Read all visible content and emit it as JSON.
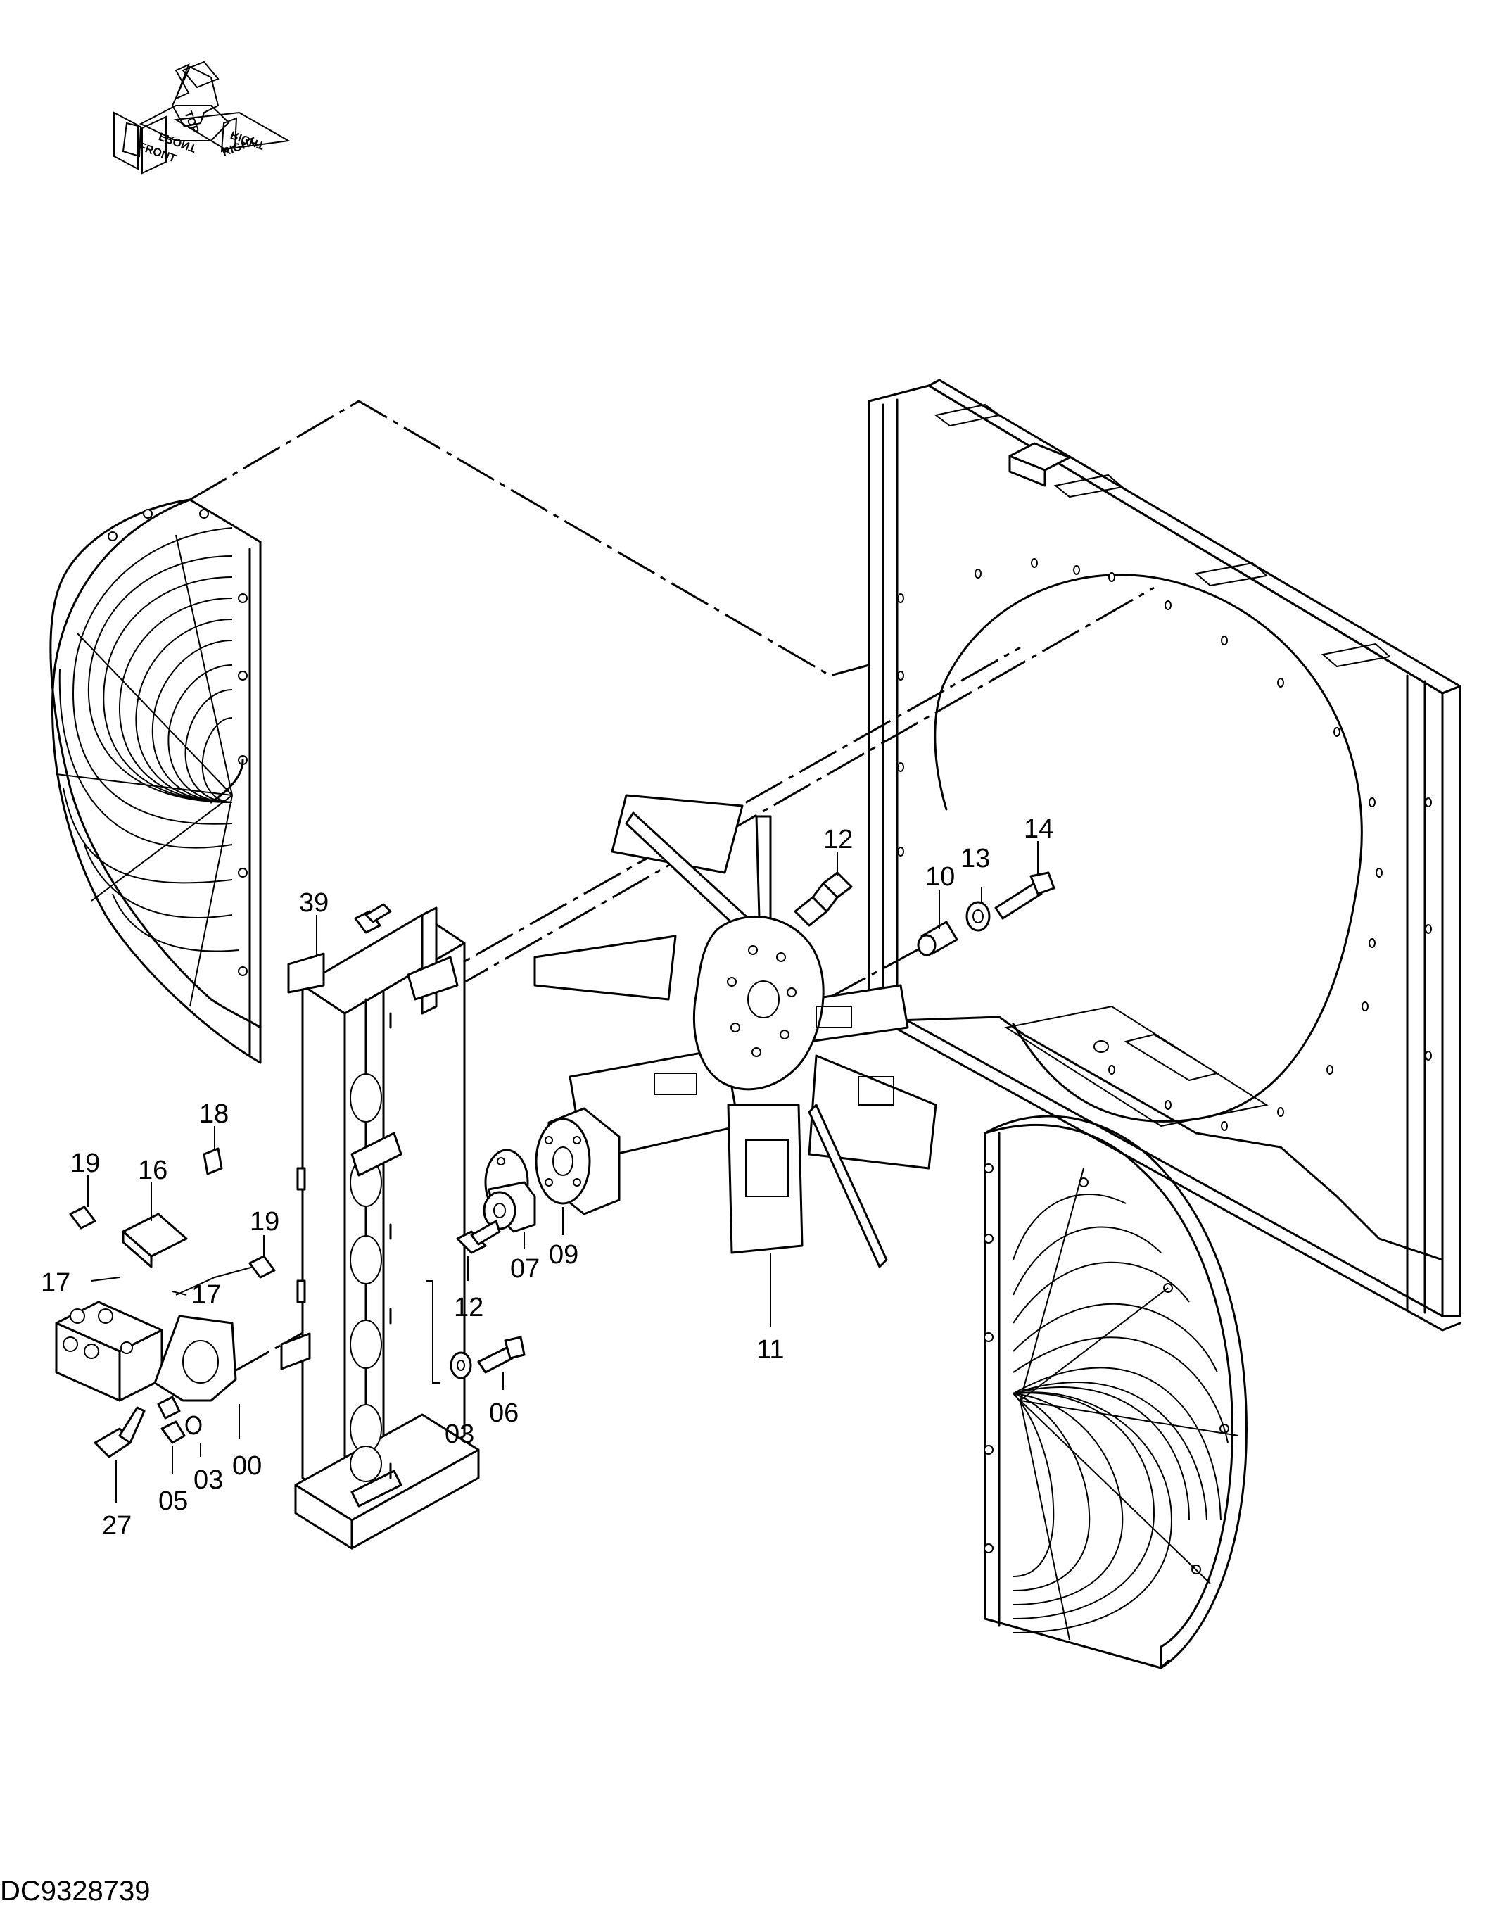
{
  "orientation": {
    "front": "FRONT",
    "front_mirror": "FRONT",
    "top": "TOP",
    "right": "RIGHT",
    "right_mirror": "RIGHT"
  },
  "callouts": {
    "p39": "39",
    "p12a": "12",
    "p10": "10",
    "p13": "13",
    "p14": "14",
    "p19a": "19",
    "p16": "16",
    "p18": "18",
    "p19b": "19",
    "p17a": "17",
    "p17b": "17",
    "p09": "09",
    "p07": "07",
    "p12b": "12",
    "p11": "11",
    "p03a": "03",
    "p06": "06",
    "p03b": "03",
    "p00": "00",
    "p05": "05",
    "p27": "27"
  },
  "drawing_id": "DC9328739"
}
